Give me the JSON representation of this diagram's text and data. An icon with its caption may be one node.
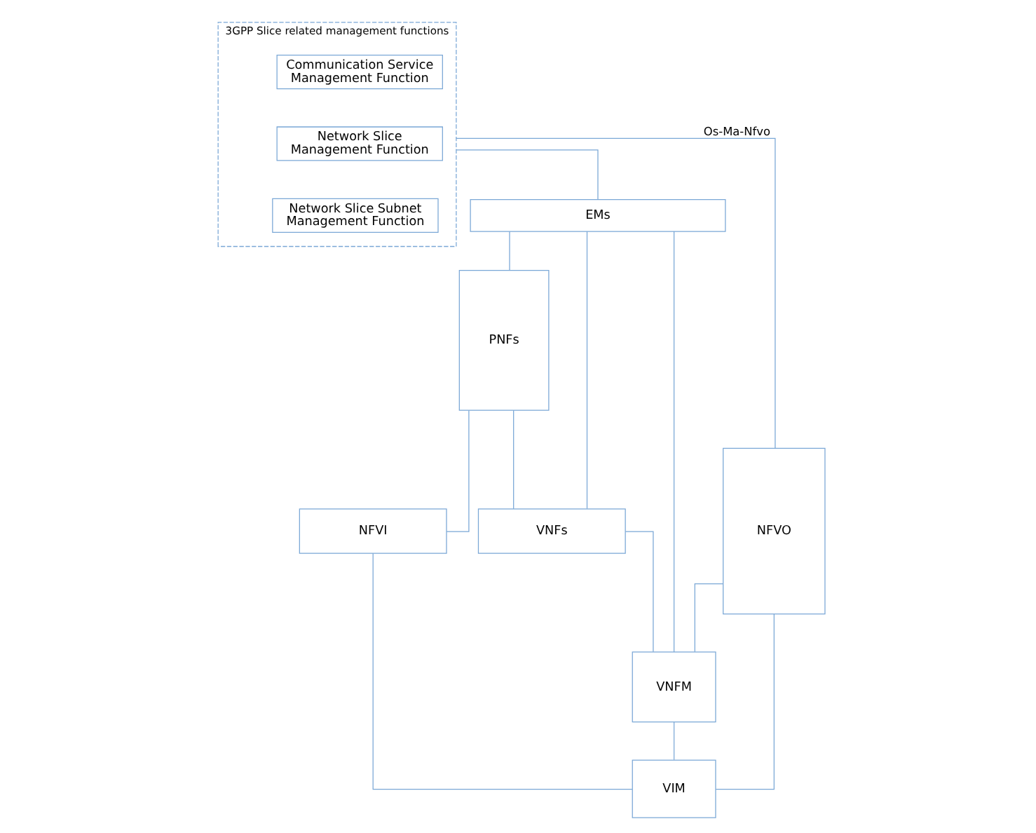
{
  "diagram": {
    "nodes": [
      {
        "text": [
          "3GPP Slice related management functions"
        ]
      },
      {
        "text": [
          "Communication Service Management Function"
        ],
        "in": 0
      },
      {
        "text": [
          "Network Slice Management Function"
        ],
        "in": 0
      },
      {
        "text": [
          "Network Slice Subnet Management Function"
        ],
        "in": 0
      },
      {
        "text": [
          "EMs"
        ]
      },
      {
        "text": [
          "NFVO"
        ]
      },
      {
        "text": [
          "VNFM"
        ]
      },
      {
        "text": [
          "VNFs"
        ]
      },
      {
        "text": [
          "PNFs"
        ]
      },
      {
        "text": [
          "NFVI"
        ]
      },
      {
        "text": [
          "VIM"
        ]
      }
    ],
    "edges": [
      {
        "from": 0,
        "to": 5,
        "arrow": "none",
        "label": "Os-Ma-Nfvo"
      },
      {
        "from": 0,
        "to": 4,
        "arrow": "none"
      },
      {
        "from": 5,
        "to": 6,
        "arrow": "none"
      },
      {
        "from": 5,
        "to": 10,
        "arrow": "none"
      },
      {
        "from": 4,
        "to": 6,
        "arrow": "none"
      },
      {
        "from": 7,
        "to": 6,
        "arrow": "none"
      },
      {
        "from": 4,
        "to": 8,
        "arrow": "none"
      },
      {
        "from": 4,
        "to": 7,
        "arrow": "none"
      },
      {
        "from": 8,
        "to": 7,
        "arrow": "none"
      },
      {
        "from": 8,
        "to": 9,
        "arrow": "none"
      },
      {
        "from": 9,
        "to": 10,
        "arrow": "none"
      },
      {
        "from": 6,
        "to": 10,
        "arrow": "none"
      }
    ]
  }
}
